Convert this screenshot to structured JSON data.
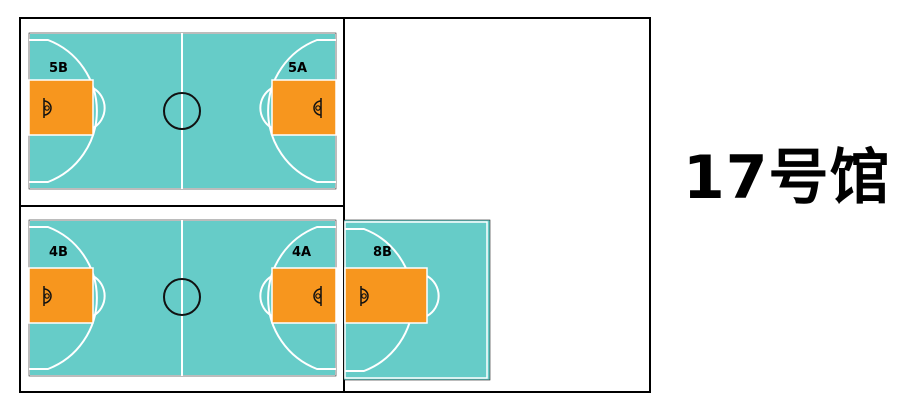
{
  "hall": {
    "title": "17号馆"
  },
  "courts": [
    {
      "id": "5B",
      "label": "5B"
    },
    {
      "id": "5A",
      "label": "5A"
    },
    {
      "id": "4B",
      "label": "4B"
    },
    {
      "id": "4A",
      "label": "4A"
    },
    {
      "id": "8B",
      "label": "8B"
    }
  ],
  "colors": {
    "court_surface": "#66ccc8",
    "key_paint": "#f7961e",
    "court_lines": "#ffffff",
    "outline": "#000000",
    "background": "#ffffff"
  }
}
